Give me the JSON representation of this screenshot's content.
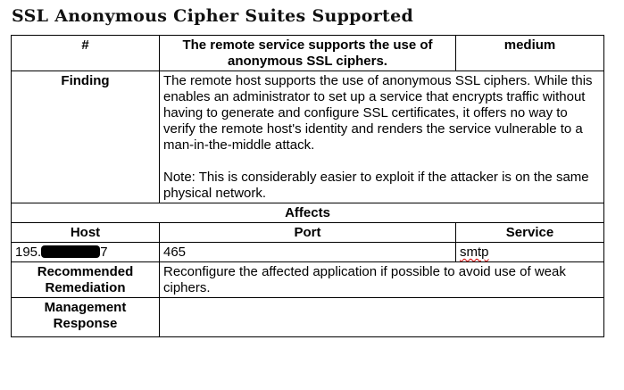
{
  "title": "SSL Anonymous Cipher Suites Supported",
  "header": {
    "id_label": "#",
    "summary": "The remote service supports the use of anonymous SSL ciphers.",
    "severity": "medium"
  },
  "finding": {
    "label": "Finding",
    "text": "The remote host supports the use of anonymous SSL ciphers. While this enables an administrator to set up a service that encrypts traffic without having to generate and configure SSL certificates, it offers no way to verify the remote host's identity and renders the service vulnerable to a man-in-the-middle attack.",
    "note": "Note: This is considerably easier to exploit if the attacker is on the same physical network."
  },
  "affects": {
    "label": "Affects",
    "columns": {
      "host": "Host",
      "port": "Port",
      "service": "Service"
    },
    "row": {
      "host_prefix": "195.",
      "host_suffix": "7",
      "port": "465",
      "service": "smtp"
    }
  },
  "remediation": {
    "label": "Recommended Remediation",
    "text": "Reconfigure the affected application if possible to avoid use of weak ciphers."
  },
  "management": {
    "label": "Management Response",
    "text": ""
  }
}
